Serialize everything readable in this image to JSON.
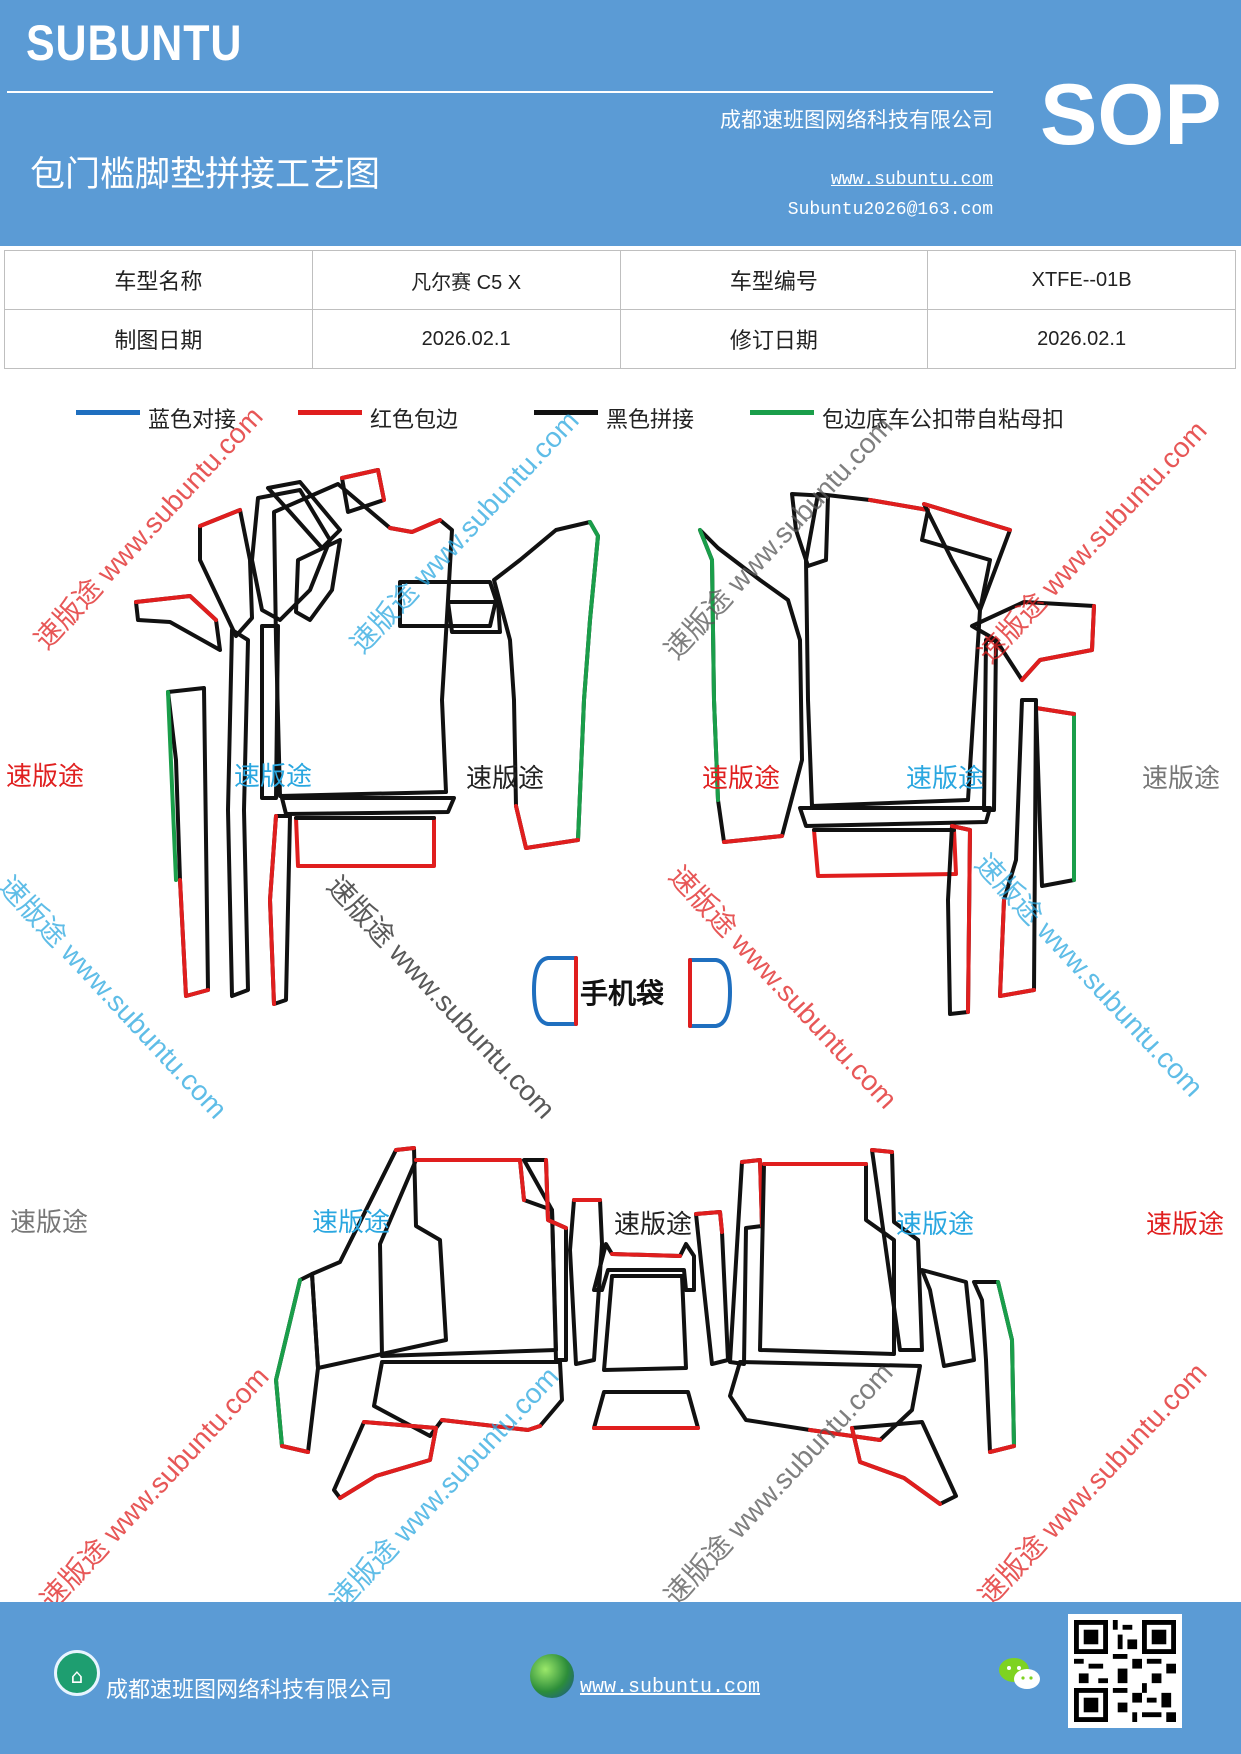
{
  "header": {
    "brand": "SUBUNTU",
    "company": "成都速班图网络科技有限公司",
    "title": "包门槛脚垫拼接工艺图",
    "website": "www.subuntu.com",
    "email": "Subuntu2026@163.com",
    "badge": "SOP"
  },
  "info": {
    "r1c1": "车型名称",
    "r1c2": "凡尔赛 C5 X",
    "r1c3": "车型编号",
    "r1c4": "XTFE--01B",
    "r2c1": "制图日期",
    "r2c2": "2026.02.1",
    "r2c3": "修订日期",
    "r2c4": "2026.02.1"
  },
  "legend": [
    {
      "label": "蓝色对接",
      "color": "#1f6fbf"
    },
    {
      "label": "红色包边",
      "color": "#e01e1e"
    },
    {
      "label": "黑色拼接",
      "color": "#111111"
    },
    {
      "label": "包边底车公扣带自粘母扣",
      "color": "#1a9e4a"
    }
  ],
  "phone_pocket": "手机袋",
  "watermarks": {
    "brand": "速版途",
    "brand_url": "速版途 www.subuntu.com",
    "colors": {
      "red": "#e02020",
      "blue": "#2aa7e0",
      "gray": "#777777"
    }
  },
  "footer": {
    "company": "成都速班图网络科技有限公司",
    "website": "www.subuntu.com",
    "icons": [
      "home-icon",
      "globe-icon",
      "wechat-icon",
      "qr-code"
    ]
  }
}
